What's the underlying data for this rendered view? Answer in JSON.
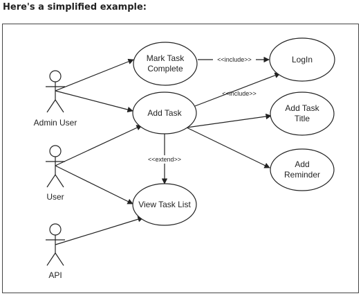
{
  "page": {
    "heading": "Here's a simplified example:"
  },
  "diagram": {
    "actors": {
      "admin": "Admin User",
      "user": "User",
      "api": "API"
    },
    "use_cases": {
      "mark": [
        "Mark Task",
        "Complete"
      ],
      "login": [
        "LogIn"
      ],
      "add": [
        "Add Task"
      ],
      "title": [
        "Add Task",
        "Title"
      ],
      "reminder": [
        "Add",
        "Reminder"
      ],
      "view": [
        "View Task List"
      ]
    },
    "relations": {
      "include_mark_login": "<<include>>",
      "include_add_login": "<<include>>",
      "extend_add_view": "<<extend>>"
    }
  }
}
